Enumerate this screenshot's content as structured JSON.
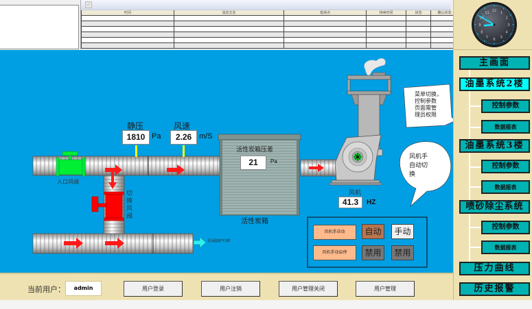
{
  "alarm_table": {
    "columns": [
      "时间",
      "消息文本",
      "错误点",
      "持续时间",
      "状态",
      "确认状态"
    ],
    "rows": [
      [
        "",
        "",
        "",
        "",
        "",
        ""
      ],
      [
        "",
        "",
        "",
        "",
        "",
        ""
      ],
      [
        "",
        "",
        "",
        "",
        "",
        ""
      ],
      [
        "",
        "",
        "",
        "",
        "",
        ""
      ],
      [
        "",
        "",
        "",
        "",
        "",
        ""
      ],
      [
        "",
        "",
        "",
        "",
        "",
        ""
      ]
    ]
  },
  "clock": {
    "numbers": [
      "12",
      "1",
      "2",
      "3",
      "4",
      "5",
      "6",
      "7",
      "8",
      "9",
      "10",
      "11"
    ],
    "hour": 8,
    "minute": 50,
    "second": 52
  },
  "process": {
    "static_pressure": {
      "label": "静压",
      "value": "1810",
      "unit": "Pa"
    },
    "wind_speed": {
      "label": "风速",
      "value": "2.26",
      "unit": "m/S"
    },
    "inlet_valve_label": "入口风阀",
    "switch_valve_label": [
      "切",
      "换",
      "风",
      "阀"
    ],
    "carbon_box": {
      "diff_label": "活性炭箱压差",
      "value": "21",
      "unit": "Pa",
      "name": "活性炭箱"
    },
    "fan": {
      "label": "风机",
      "value": "41.3",
      "unit": "HZ"
    },
    "outlet_label": "至油墨废气3楼",
    "callout_menu": [
      "菜单切换，",
      "控制参数",
      "页面需管",
      "理员权限"
    ],
    "callout_fan": [
      "风机手",
      "自动切",
      "换"
    ]
  },
  "fan_control": {
    "rows": [
      {
        "label": "风机手自动",
        "buttons": [
          {
            "label": "自动",
            "color": "#b8754f"
          },
          {
            "label": "手动",
            "color": "#f0f0f0"
          }
        ]
      },
      {
        "label": "风机手动启停",
        "buttons": [
          {
            "label": "禁用",
            "color": "#777777"
          },
          {
            "label": "禁用",
            "color": "#777777"
          }
        ]
      }
    ]
  },
  "nav": {
    "main": "主画面",
    "ink2": "油墨系统2楼",
    "ink2_ctrl": "控制参数",
    "ink2_report": "数据报表",
    "ink3": "油墨系统3楼",
    "ink3_ctrl": "控制参数",
    "ink3_report": "数据报表",
    "sand": "喷砂除尘系统",
    "sand_ctrl": "控制参数",
    "sand_report": "数据报表",
    "pressure_curve": "压力曲线",
    "history_alarm": "历史报警"
  },
  "user_bar": {
    "current_user_label": "当前用户：",
    "current_user": "admin",
    "login": "用户登录",
    "logout": "用户注销",
    "mgmt_close": "用户管理关闭",
    "mgmt": "用户管理"
  },
  "colors": {
    "canvas_bg": "#009fe3",
    "panel_bg": "#efe2b2",
    "nav_btn": "#00b3b3",
    "nav_active": "#00ffff",
    "valve_inlet": "#00dd33",
    "valve_switch": "#ff0000"
  }
}
